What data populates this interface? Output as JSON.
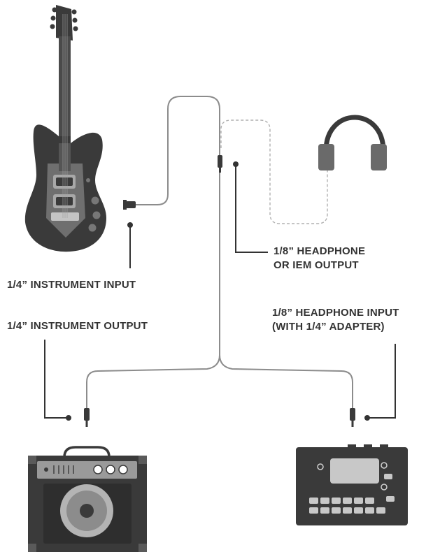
{
  "labels": {
    "instrument_input": "1/4” INSTRUMENT INPUT",
    "instrument_output": "1/4” INSTRUMENT OUTPUT",
    "headphone_output_line1": "1/8” HEADPHONE",
    "headphone_output_line2": "OR IEM OUTPUT",
    "headphone_input_line1": "1/8” HEADPHONE INPUT",
    "headphone_input_line2": "(WITH 1/4” ADAPTER)"
  },
  "icons": [
    "guitar-icon",
    "headphones-icon",
    "amplifier-icon",
    "audio-interface-icon"
  ],
  "colors": {
    "device_dark": "#3a3a3a",
    "device_mid": "#6a6a6a",
    "device_light": "#a8a8a8",
    "cable": "#8c8c8c",
    "leader": "#333333",
    "text": "#333333"
  }
}
